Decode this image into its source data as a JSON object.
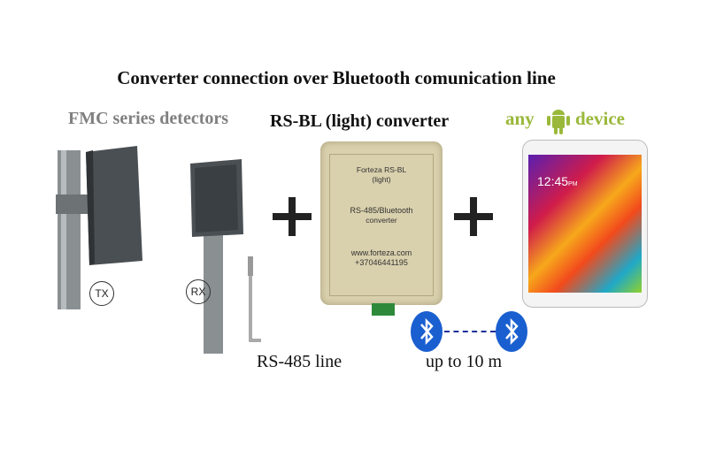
{
  "title": "Converter connection over Bluetooth comunication line",
  "labels": {
    "detectors": "FMC series detectors",
    "converter": "RS-BL (light) converter",
    "any": "any",
    "device": "device",
    "rs485": "RS-485 line",
    "range": "up to 10 m"
  },
  "detectors": {
    "tx": "TX",
    "rx": "RX"
  },
  "converter_label": {
    "l1": "Forteza RS-BL",
    "l2": "(light)",
    "l3": "RS-485/Bluetooth",
    "l4": "converter",
    "l5": "www.forteza.com",
    "l6": "+37046441195"
  },
  "tablet": {
    "clock": "12:45",
    "ampm": "PM"
  },
  "colors": {
    "android": "#9ab83a",
    "bluetooth": "#1a5fd0",
    "box": "#d9d0ad"
  }
}
